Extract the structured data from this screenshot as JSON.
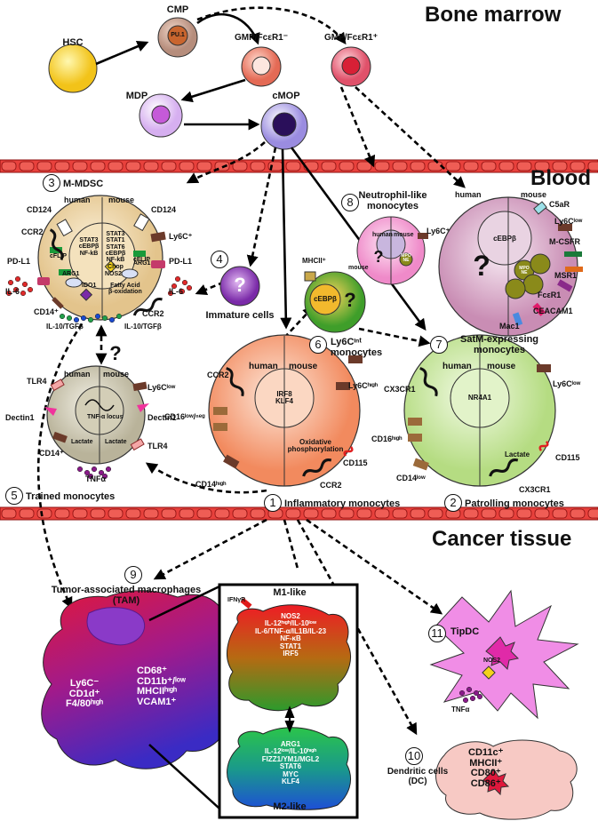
{
  "sections": {
    "bone_marrow": "Bone marrow",
    "blood": "Blood",
    "cancer_tissue": "Cancer tissue"
  },
  "cells": {
    "hsc": "HSC",
    "cmp": "CMP",
    "pu1": "PU.1",
    "gmp_neg": "GMP/FcεR1⁻",
    "gmp_pos": "GMP/FcεR1⁺",
    "mdp": "MDP",
    "cmop": "cMOP"
  },
  "mmdsc": {
    "num": "3",
    "title": "M-MDSC",
    "human": "human",
    "mouse": "mouse",
    "cd124_l": "CD124",
    "cd124_r": "CD124",
    "ly6c": "Ly6C⁺",
    "ccr2_l": "CCR2",
    "ccr2_r": "CCR2",
    "pdl1_l": "PD-L1",
    "pdl1_r": "PD-L1",
    "cflip_l": "cFLIP",
    "cflip_r": "cFLIP",
    "arg1_l": "ARG1",
    "arg1_r": "ARG1",
    "nos2": "NOS2",
    "ido1": "IDO1",
    "fatty": "Fatty Acid\nβ-oxidation",
    "il6_l": "IL-6",
    "il6_r": "IL-6",
    "cd14": "CD14⁺",
    "il10_l": "IL-10/TGFβ",
    "il10_r": "IL-10/TGFβ",
    "tf_l": "STAT3\ncEBPβ\nNF-kB",
    "tf_r": "STAT3\nSTAT1\nSTAT6\ncEBPβ\nNF-kB\nChop"
  },
  "immature": {
    "num": "4",
    "q": "?",
    "label": "Immature cells"
  },
  "trained": {
    "num": "5",
    "label": "Trained monocytes",
    "human": "human",
    "mouse": "mouse",
    "q": "?",
    "tlr4_l": "TLR4",
    "tlr4_r": "TLR4",
    "ly6c": "Ly6Cˡᵒʷ",
    "dectin_l": "Dectin1",
    "dectin_r": "Dectin1",
    "cd14": "CD14⁺",
    "tnf": "TNFα",
    "lactate_l": "Lactate",
    "lactate_r": "Lactate",
    "locus": "TNF-α locus"
  },
  "ly6cint": {
    "num": "6",
    "label": "Ly6Cᶦⁿᵗ\nmonocytes",
    "mhc": "MHCII⁺",
    "mouse": "mouse",
    "cebp": "cEBPβ",
    "q": "?"
  },
  "inflammatory": {
    "num": "1",
    "label": "Inflammatory monocytes",
    "human": "human",
    "mouse": "mouse",
    "ccr2_l": "CCR2",
    "ccr2_r": "CCR2",
    "ly6c": "Ly6Cʰᶦᵍʰ",
    "cd16": "CD16ˡᵒʷ/ⁿᵉᵍ",
    "cd14": "CD14ʰᶦᵍʰ",
    "cd115": "CD115",
    "tf": "IRF8\nKLF4",
    "ox": "Oxidative\nphosphorylation"
  },
  "patrolling": {
    "num": "2",
    "label": "Patrolling monocytes",
    "human": "human",
    "mouse": "mouse",
    "cx3cr1_l": "CX3CR1",
    "cx3cr1_r": "CX3CR1",
    "ly6c": "Ly6Cˡᵒʷ",
    "cd16": "CD16ʰᶦᵍʰ",
    "cd14": "CD14ˡᵒʷ",
    "cd115": "CD115",
    "tf": "NR4A1",
    "lactate": "Lactate"
  },
  "neutrophil": {
    "num": "8",
    "label": "Neutrophil-like\nmonocytes",
    "human": "human",
    "mouse": "mouse",
    "ly6c": "Ly6C⁺",
    "q": "?",
    "mpo": "MPO\nNE"
  },
  "satm": {
    "num": "7",
    "label": "SatM-expressing\nmonocytes",
    "human": "human",
    "mouse": "mouse",
    "q": "?",
    "cebp": "cEBPβ",
    "c5ar": "C5aR",
    "ly6c": "Ly6Cˡᵒʷ",
    "mcsfr": "M-CSFR",
    "msr1": "MSR1",
    "fcer1": "FcεR1",
    "ceacam1": "CEACAM1",
    "mac1": "Mac1",
    "mpo": "MPO\nNE"
  },
  "tam": {
    "num": "9",
    "label": "Tumor-associated macrophages\n(TAM)",
    "markers_l": "Ly6C⁻\nCD1d⁺\nF4/80ʰᶦᵍʰ",
    "markers_r": "CD68⁺\nCD11b⁺/ˡᵒʷ\nMHCIIʰᶦᵍʰ\nVCAM1⁺"
  },
  "m1": {
    "title": "M1-like",
    "ifngr": "IFNγR",
    "genes": "NOS2\nIL-12ʰᶦᵍʰ/IL-10ˡᵒʷ\nIL-6/TNF-α/IL1B/IL-23\nNF-κB\nSTAT1\nIRF5"
  },
  "m2": {
    "title": "M2-like",
    "genes": "ARG1\nIL-12ˡᵒʷ/IL-10ʰᶦᵍʰ\nFIZZ1/YM1/MGL2\nSTAT6\nMYC\nKLF4"
  },
  "tipdc": {
    "num": "11",
    "label": "TipDC",
    "nos2": "NOS2",
    "tnf": "TNFα"
  },
  "dc": {
    "num": "10",
    "label": "Dendritic cells\n(DC)",
    "markers": "CD11c⁺\nMHCII⁺\nCD80⁺\nCD86⁺"
  },
  "colors": {
    "vessel": "#e8413c",
    "vessel_dark": "#8b0e0e",
    "mmdsc": "#f0d9a8",
    "trained": "#d8d4c0",
    "inflam": "#f6b38c",
    "patrol": "#d3eab0",
    "satm": "#e3bfd6",
    "tipdc": "#f08de6",
    "dc": "#f7c9c4"
  }
}
